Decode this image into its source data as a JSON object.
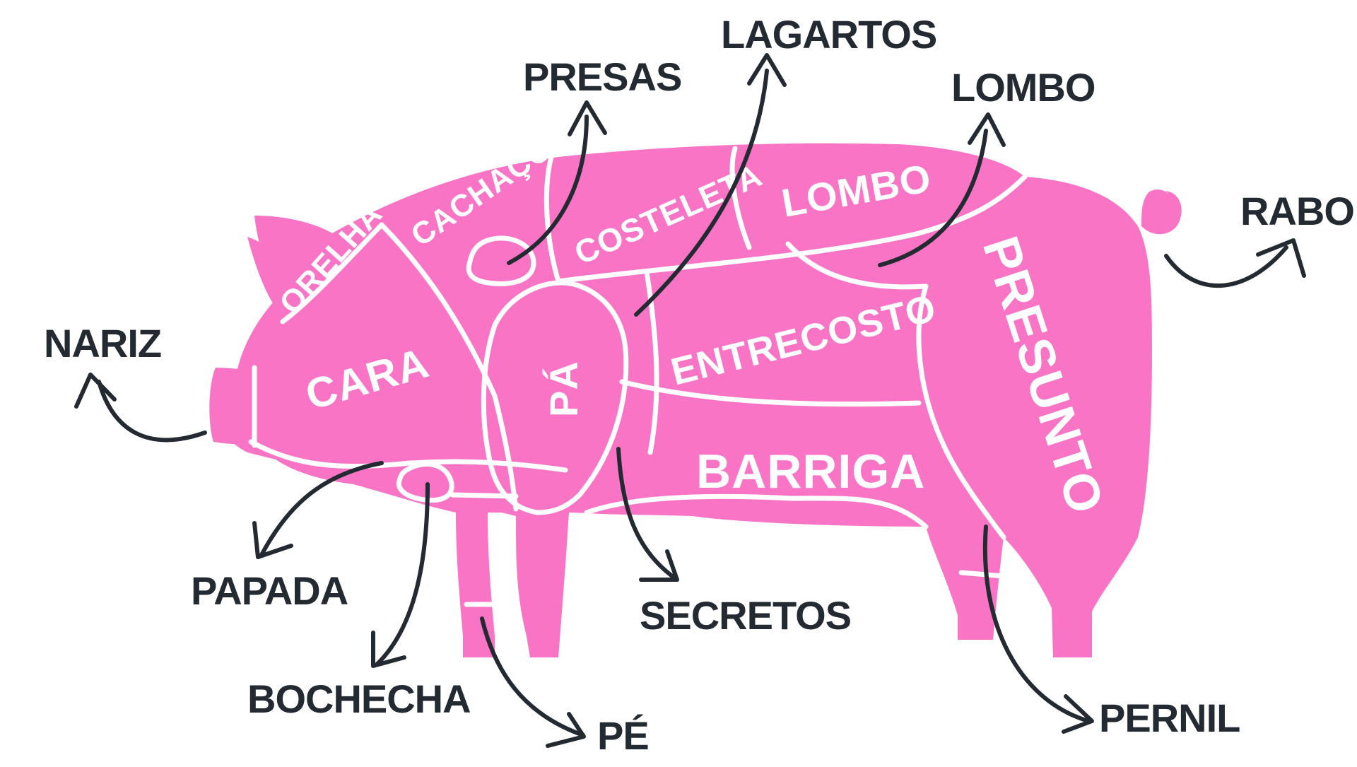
{
  "colors": {
    "pig": "#f974c5",
    "cut_lines": "#ffffff",
    "ink": "#232a31",
    "background": "#ffffff"
  },
  "cuts": {
    "orelha": "ORELHA",
    "cachaco": "CACHAÇO",
    "costeleta": "COSTELETA",
    "lombo": "LOMBO",
    "cara": "CARA",
    "pa": "PÁ",
    "entrecosto": "ENTRECOSTO",
    "presunto": "PRESUNTO",
    "barriga": "BARRIGA"
  },
  "callouts": {
    "presas": "PRESAS",
    "lagartos": "LAGARTOS",
    "lombo": "LOMBO",
    "rabo": "RABO",
    "nariz": "NARIZ",
    "papada": "PAPADA",
    "bochecha": "BOCHECHA",
    "pe": "PÉ",
    "secretos": "SECRETOS",
    "pernil": "PERNIL"
  }
}
